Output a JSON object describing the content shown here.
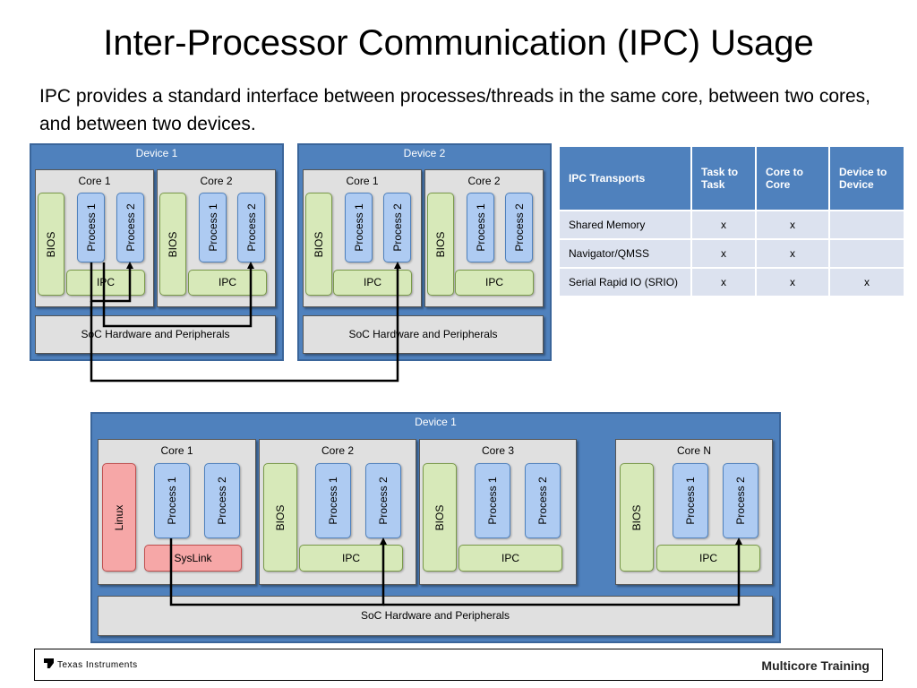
{
  "slide": {
    "title": "Inter-Processor Communication (IPC) Usage",
    "subtitle": "IPC provides a standard interface between processes/threads in the same core, between two cores, and between two devices."
  },
  "top": {
    "device1": {
      "label": "Device 1",
      "core1": {
        "label": "Core 1",
        "os": "BIOS",
        "p1": "Process 1",
        "p2": "Process 2",
        "ipc": "IPC"
      },
      "core2": {
        "label": "Core 2",
        "os": "BIOS",
        "p1": "Process 1",
        "p2": "Process 2",
        "ipc": "IPC"
      },
      "soc": "SoC Hardware and Peripherals"
    },
    "device2": {
      "label": "Device 2",
      "core1": {
        "label": "Core 1",
        "os": "BIOS",
        "p1": "Process 1",
        "p2": "Process 2",
        "ipc": "IPC"
      },
      "core2": {
        "label": "Core 2",
        "os": "BIOS",
        "p1": "Process 1",
        "p2": "Process 2",
        "ipc": "IPC"
      },
      "soc": "SoC Hardware and Peripherals"
    }
  },
  "bottom": {
    "device": {
      "label": "Device 1",
      "core1": {
        "label": "Core 1",
        "os": "Linux",
        "p1": "Process 1",
        "p2": "Process 2",
        "ipc": "SysLink"
      },
      "core2": {
        "label": "Core 2",
        "os": "BIOS",
        "p1": "Process 1",
        "p2": "Process 2",
        "ipc": "IPC"
      },
      "core3": {
        "label": "Core 3",
        "os": "BIOS",
        "p1": "Process 1",
        "p2": "Process 2",
        "ipc": "IPC"
      },
      "coreN": {
        "label": "Core N",
        "os": "BIOS",
        "p1": "Process 1",
        "p2": "Process 2",
        "ipc": "IPC"
      },
      "soc": "SoC Hardware and Peripherals"
    }
  },
  "table": {
    "headers": [
      "IPC Transports",
      "Task to Task",
      "Core to Core",
      "Device to Device"
    ],
    "rows": [
      [
        "Shared Memory",
        "x",
        "x",
        ""
      ],
      [
        "Navigator/QMSS",
        "x",
        "x",
        ""
      ],
      [
        "Serial Rapid IO (SRIO)",
        "x",
        "x",
        "x"
      ]
    ]
  },
  "footer": {
    "logo": "Texas Instruments",
    "right": "Multicore Training"
  }
}
